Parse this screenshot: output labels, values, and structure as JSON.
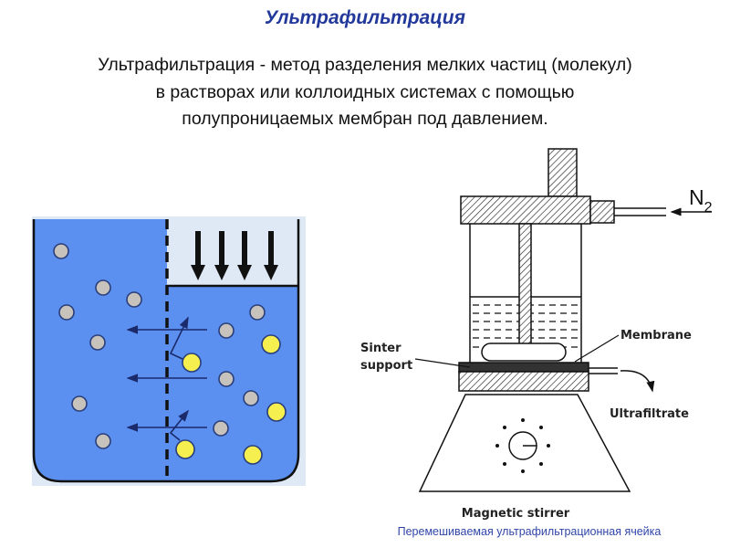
{
  "slide": {
    "title": "Ультрафильтрация",
    "definition_lines": [
      "Ультрафильтрация - метод разделения мелких частиц (молекул)",
      "в растворах или коллоидных системах с помощью",
      "полупроницаемых мембран под давлением."
    ]
  },
  "left_diagram": {
    "colors": {
      "solution": "#5b8ff0",
      "gas_space": "#dfe8f5",
      "small_particle": "#c8c2bc",
      "large_particle": "#f5f050"
    }
  },
  "right_diagram": {
    "labels": {
      "gas": "N",
      "gas_subscript": "2",
      "membrane": "Membrane",
      "sinter_line1": "Sinter",
      "sinter_line2": "support",
      "ultrafiltrate": "Ultrafiltrate",
      "stirrer": "Magnetic stirrer"
    },
    "caption": "Перемешиваемая ультрафильтрационная ячейка"
  }
}
